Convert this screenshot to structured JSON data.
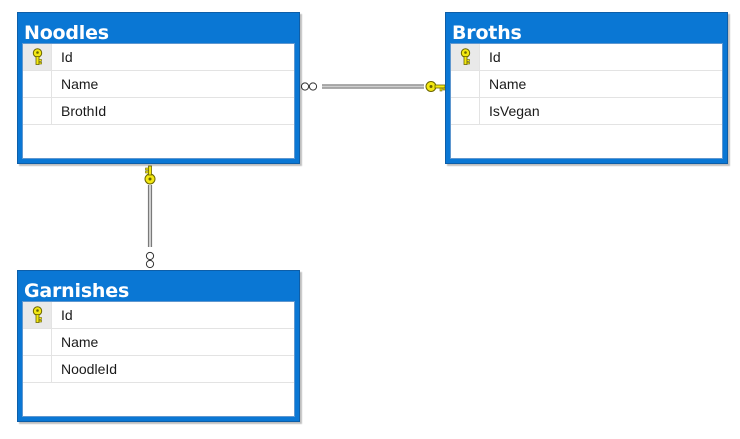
{
  "tables": {
    "noodles": {
      "title": "Noodles",
      "columns": [
        "Id",
        "Name",
        "BrothId"
      ],
      "primary_key": "Id"
    },
    "broths": {
      "title": "Broths",
      "columns": [
        "Id",
        "Name",
        "IsVegan"
      ],
      "primary_key": "Id"
    },
    "garnishes": {
      "title": "Garnishes",
      "columns": [
        "Id",
        "Name",
        "NoodleId"
      ],
      "primary_key": "Id"
    }
  },
  "relationships": [
    {
      "from": "Noodles",
      "to": "Broths",
      "many_end": "Noodles",
      "one_end": "Broths"
    },
    {
      "from": "Garnishes",
      "to": "Noodles",
      "many_end": "Garnishes",
      "one_end": "Noodles"
    }
  ],
  "colors": {
    "title_bar": "#0a77d4",
    "key_icon": "#f3e812",
    "connector": "#8a8a8a"
  },
  "icons": {
    "primary_key": "key-icon",
    "many_end": "infinity-icon"
  }
}
